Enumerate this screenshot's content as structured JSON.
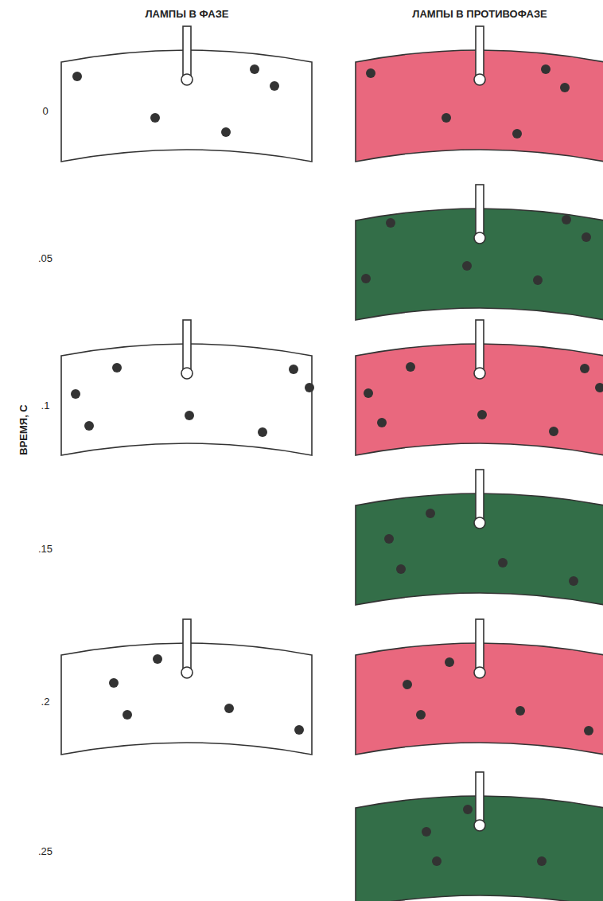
{
  "diagram": {
    "labels": [
      "ЛАМПЫ В ФАЗЕ",
      "ЛАМПЫ В ПРОТИВОФАЗЕ",
      "0",
      ".05",
      ".1",
      ".15",
      ".2",
      ".25",
      "ВРЕМЯ, С"
    ]
  }
}
